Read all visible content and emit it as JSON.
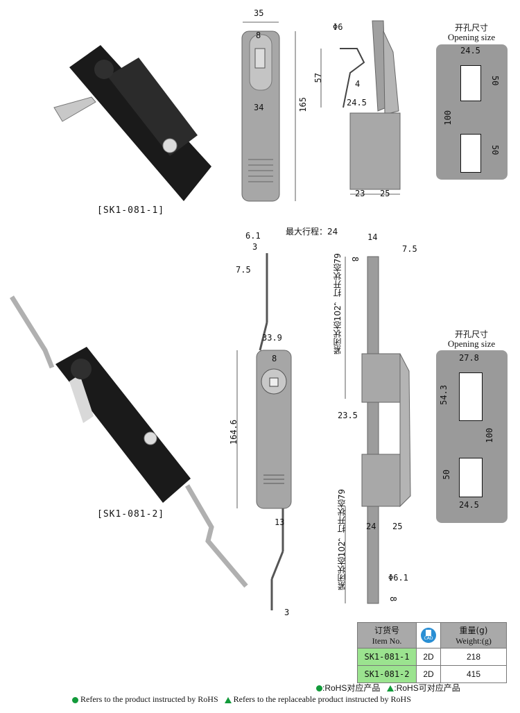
{
  "products": [
    {
      "code": "[SK1-081-1]"
    },
    {
      "code": "[SK1-081-2]"
    }
  ],
  "drawing1": {
    "front": {
      "width": "35",
      "cam": "8",
      "inner": "34",
      "height": "165"
    },
    "side": {
      "dia": "Φ6",
      "h": "57",
      "offset": "4",
      "depth": "24.5",
      "b1": "23",
      "b2": "25"
    }
  },
  "opening1": {
    "title_cn": "开孔尺寸",
    "title_en": "Opening size",
    "w": "24.5",
    "h1": "50",
    "pitch": "100",
    "h2": "50"
  },
  "drawing2": {
    "rod": {
      "a": "6.1",
      "b": "3",
      "stroke": "最大行程：24",
      "c": "7.5",
      "top_offset": "13",
      "bottom": "3"
    },
    "front": {
      "width": "33.9",
      "cam": "8",
      "height": "164.6"
    },
    "side": {
      "top": "14",
      "angle": "7.5",
      "hole": "8",
      "depth": "23.5",
      "b1": "24",
      "b2": "25",
      "dia": "Φ6.1",
      "hole2": "8",
      "state_top": "紧闭状态102，打开状态79",
      "state_bottom": "紧闭状态102，打开状态79"
    }
  },
  "opening2": {
    "title_cn": "开孔尺寸",
    "title_en": "Opening size",
    "w_top": "27.8",
    "h1": "54.3",
    "pitch": "100",
    "h2": "50",
    "w_bottom": "24.5"
  },
  "table": {
    "col1_cn": "订货号",
    "col1_en": "Item No.",
    "cad_label": "CAD",
    "col3_cn": "重量(g)",
    "col3_en": "Weight:(g)",
    "rows": [
      {
        "item": "SK1-081-1",
        "cad": "2D",
        "weight": "218"
      },
      {
        "item": "SK1-081-2",
        "cad": "2D",
        "weight": "415"
      }
    ]
  },
  "legend": {
    "rohs_cn": ":RoHS对应产品",
    "replace_cn": ":RoHS可对应产品",
    "rohs_en": "Refers to the product instructed by RoHS",
    "replace_en": "Refers to the replaceable product instructed by RoHS"
  },
  "colors": {
    "green": "#129a3a",
    "panel": "#9a9a9a",
    "item_bg": "#9be38f",
    "header_bg": "#a9a9a9"
  }
}
